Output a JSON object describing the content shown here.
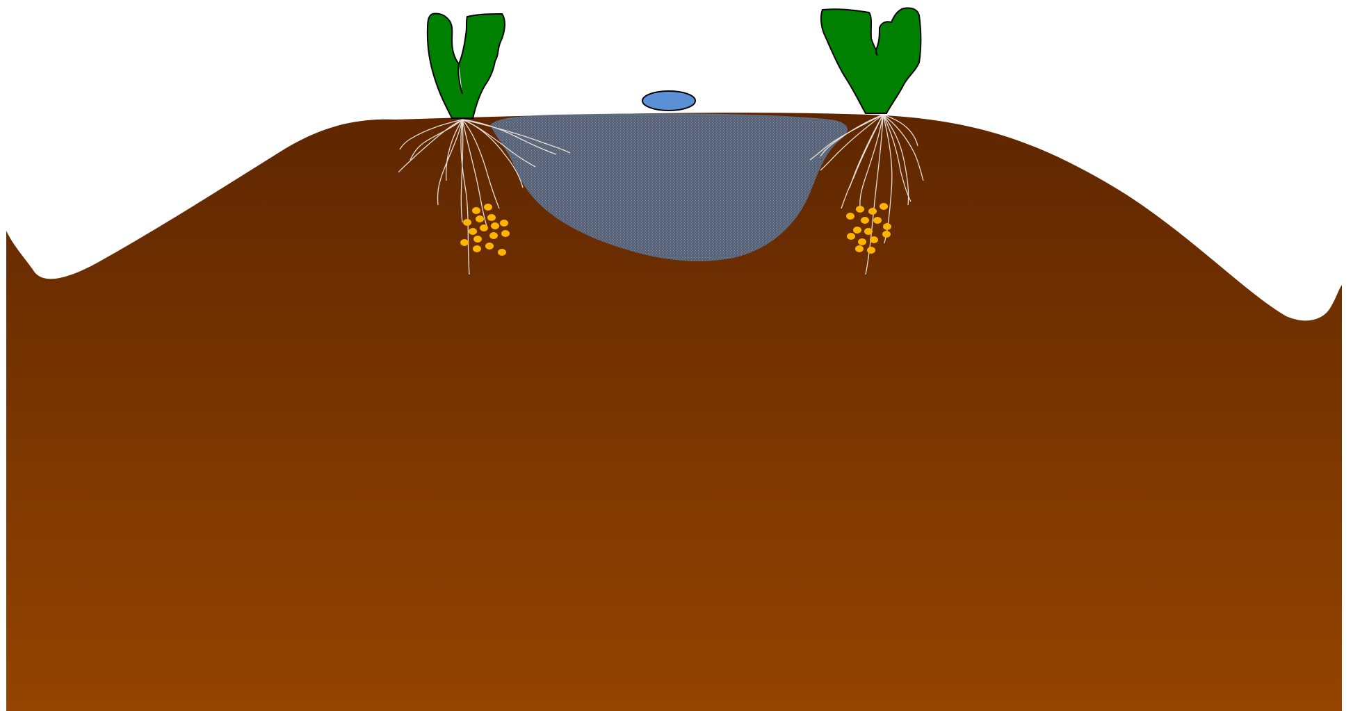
{
  "diagram": {
    "colors": {
      "background": "#ffffff",
      "soil_top": "#5e2600",
      "soil_bottom": "#944400",
      "plant_fill": "#008000",
      "plant_stroke": "#000000",
      "water_pool": "#596478",
      "water_pool_pattern": "#7a87a0",
      "dripper_fill": "#5b8fd6",
      "dripper_stroke": "#000000",
      "roots": "#e8e0d8",
      "nodules": "#ffb400"
    },
    "elements": {
      "soil": "soil-profile",
      "left_plant": "plant-left",
      "right_plant": "plant-right",
      "dripper": "water-dripper",
      "wetted_zone": "wetted-soil-bulb",
      "left_roots": "root-system-left",
      "right_roots": "root-system-right",
      "left_nodules": "nodule-cluster-left",
      "right_nodules": "nodule-cluster-right"
    }
  }
}
